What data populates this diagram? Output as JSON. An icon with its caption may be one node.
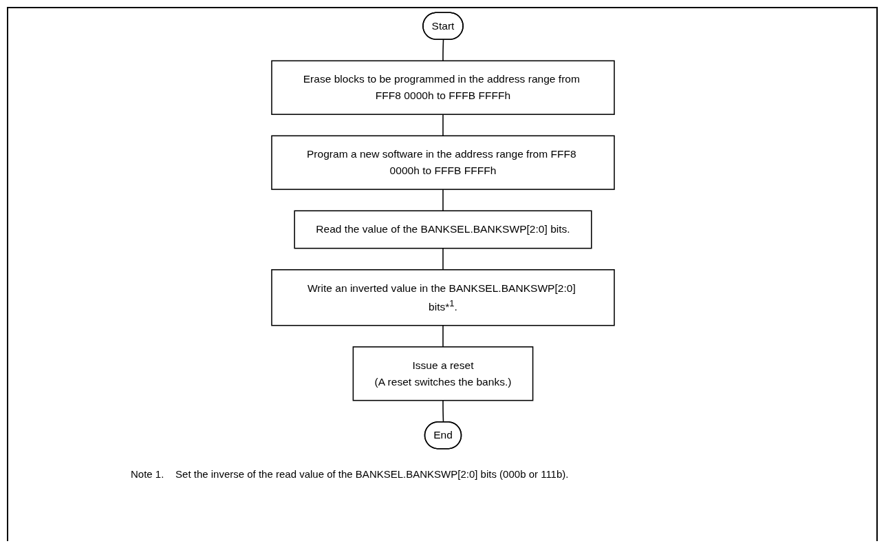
{
  "diagram": {
    "nodes": [
      {
        "text": [
          "Start"
        ]
      },
      {
        "text": [
          "Erase blocks to be programmed in the address range from FFF8 0000h to FFFB FFFFh"
        ]
      },
      {
        "text": [
          "Program a new software in the address range from FFF8 0000h to FFFB FFFFh"
        ]
      },
      {
        "text": [
          "Read the value of the BANKSEL.BANKSWP[2:0] bits."
        ]
      },
      {
        "text": [
          "Write an inverted value in the BANKSEL.BANKSWP[2:0] bits*$^{1}$."
        ]
      },
      {
        "text": [
          "Issue a reset",
          "(A reset switches the banks.)"
        ]
      },
      {
        "text": [
          "End"
        ]
      }
    ],
    "edges": [
      {
        "from": 0,
        "to": 1,
        "arrow": "none"
      },
      {
        "from": 1,
        "to": 2,
        "arrow": "none"
      },
      {
        "from": 2,
        "to": 3,
        "arrow": "none"
      },
      {
        "from": 3,
        "to": 4,
        "arrow": "none"
      },
      {
        "from": 4,
        "to": 5,
        "arrow": "none"
      },
      {
        "from": 5,
        "to": 6,
        "arrow": "none"
      }
    ],
    "labels": [
      "Note 1.    Set the inverse of the read value of the BANKSEL.BANKSWP[2:0] bits (000b or 111b)."
    ]
  }
}
